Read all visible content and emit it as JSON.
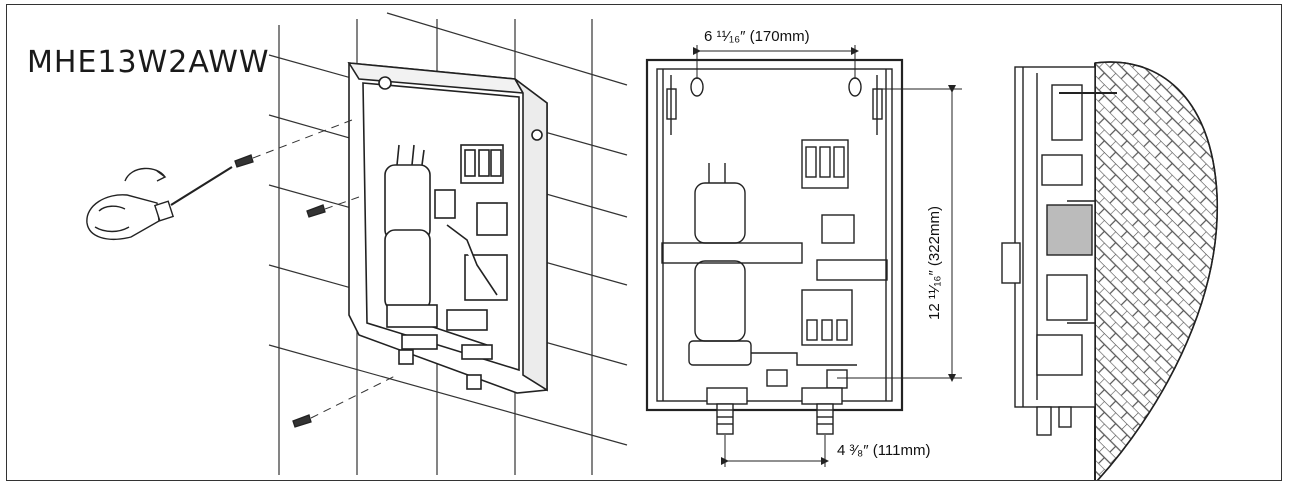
{
  "diagram": {
    "model_label": "MHE13W2AWW",
    "dimensions": {
      "top_spacing": "6 ¹¹⁄₁₆″ (170mm)",
      "vertical_height": "12 ¹¹⁄₁₆″ (322mm)",
      "bottom_spacing": "4 ³⁄₈″ (111mm)"
    },
    "views": [
      "isometric-install-view",
      "front-dimension-view",
      "side-mounted-view"
    ]
  }
}
